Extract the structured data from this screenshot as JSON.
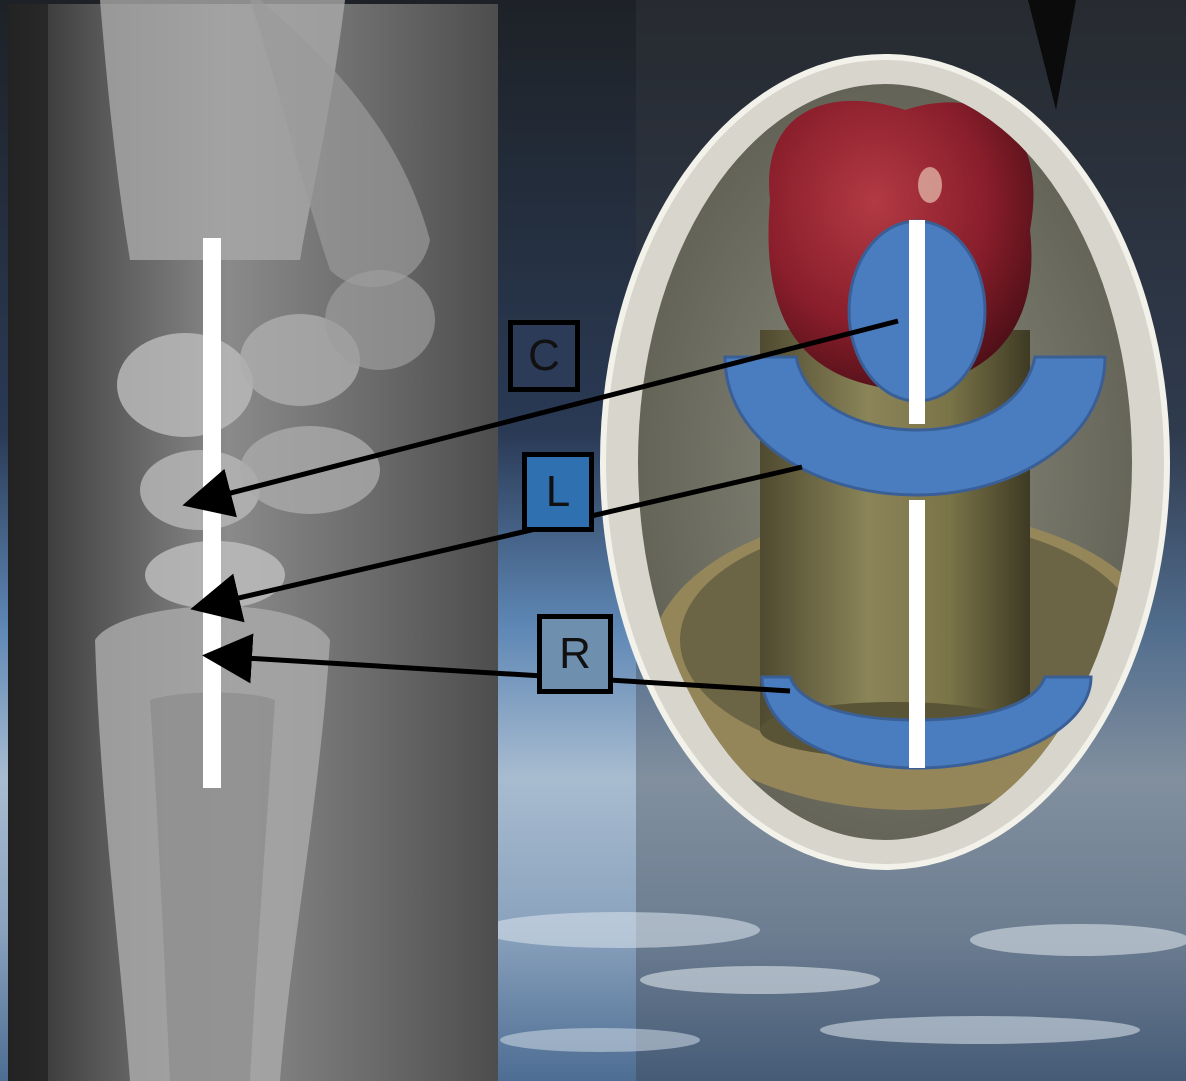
{
  "labels": {
    "c": "C",
    "l": "L",
    "r": "R"
  },
  "colors": {
    "shape_fill": "#4a7dbf",
    "shape_stroke": "#3a5f96",
    "axis_line": "#ffffff",
    "arrow": "#000000",
    "apple": "#8e1f2c",
    "xray_bg": "#4a4a4a",
    "sky": "#8aa4bf"
  },
  "icons": {
    "xray": "wrist-xray-image",
    "photo": "apple-on-cylinder-photo"
  }
}
